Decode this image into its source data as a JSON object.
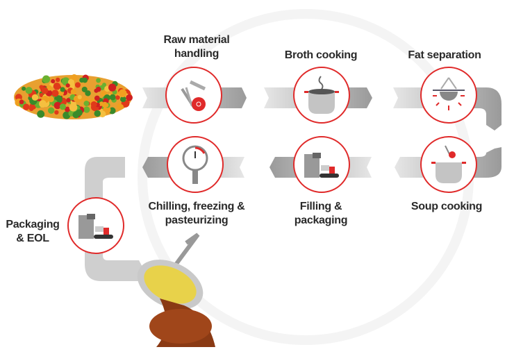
{
  "steps": {
    "raw_material": "Raw material handling",
    "broth": "Broth cooking",
    "fat": "Fat separation",
    "chilling": "Chilling, freezing & pasteurizing",
    "filling": "Filling & packaging",
    "soup": "Soup cooking",
    "packaging": "Packaging & EOL"
  },
  "colors": {
    "accent": "#e02a2a",
    "arrow": "#c8c8c8",
    "icon": "#8a8a8a"
  },
  "icons": [
    "vegetables-meat-icon",
    "boiling-pot-icon",
    "fat-separator-icon",
    "pressure-gauge-icon",
    "filling-machine-icon",
    "soup-pot-icon",
    "packaging-machine-icon"
  ]
}
